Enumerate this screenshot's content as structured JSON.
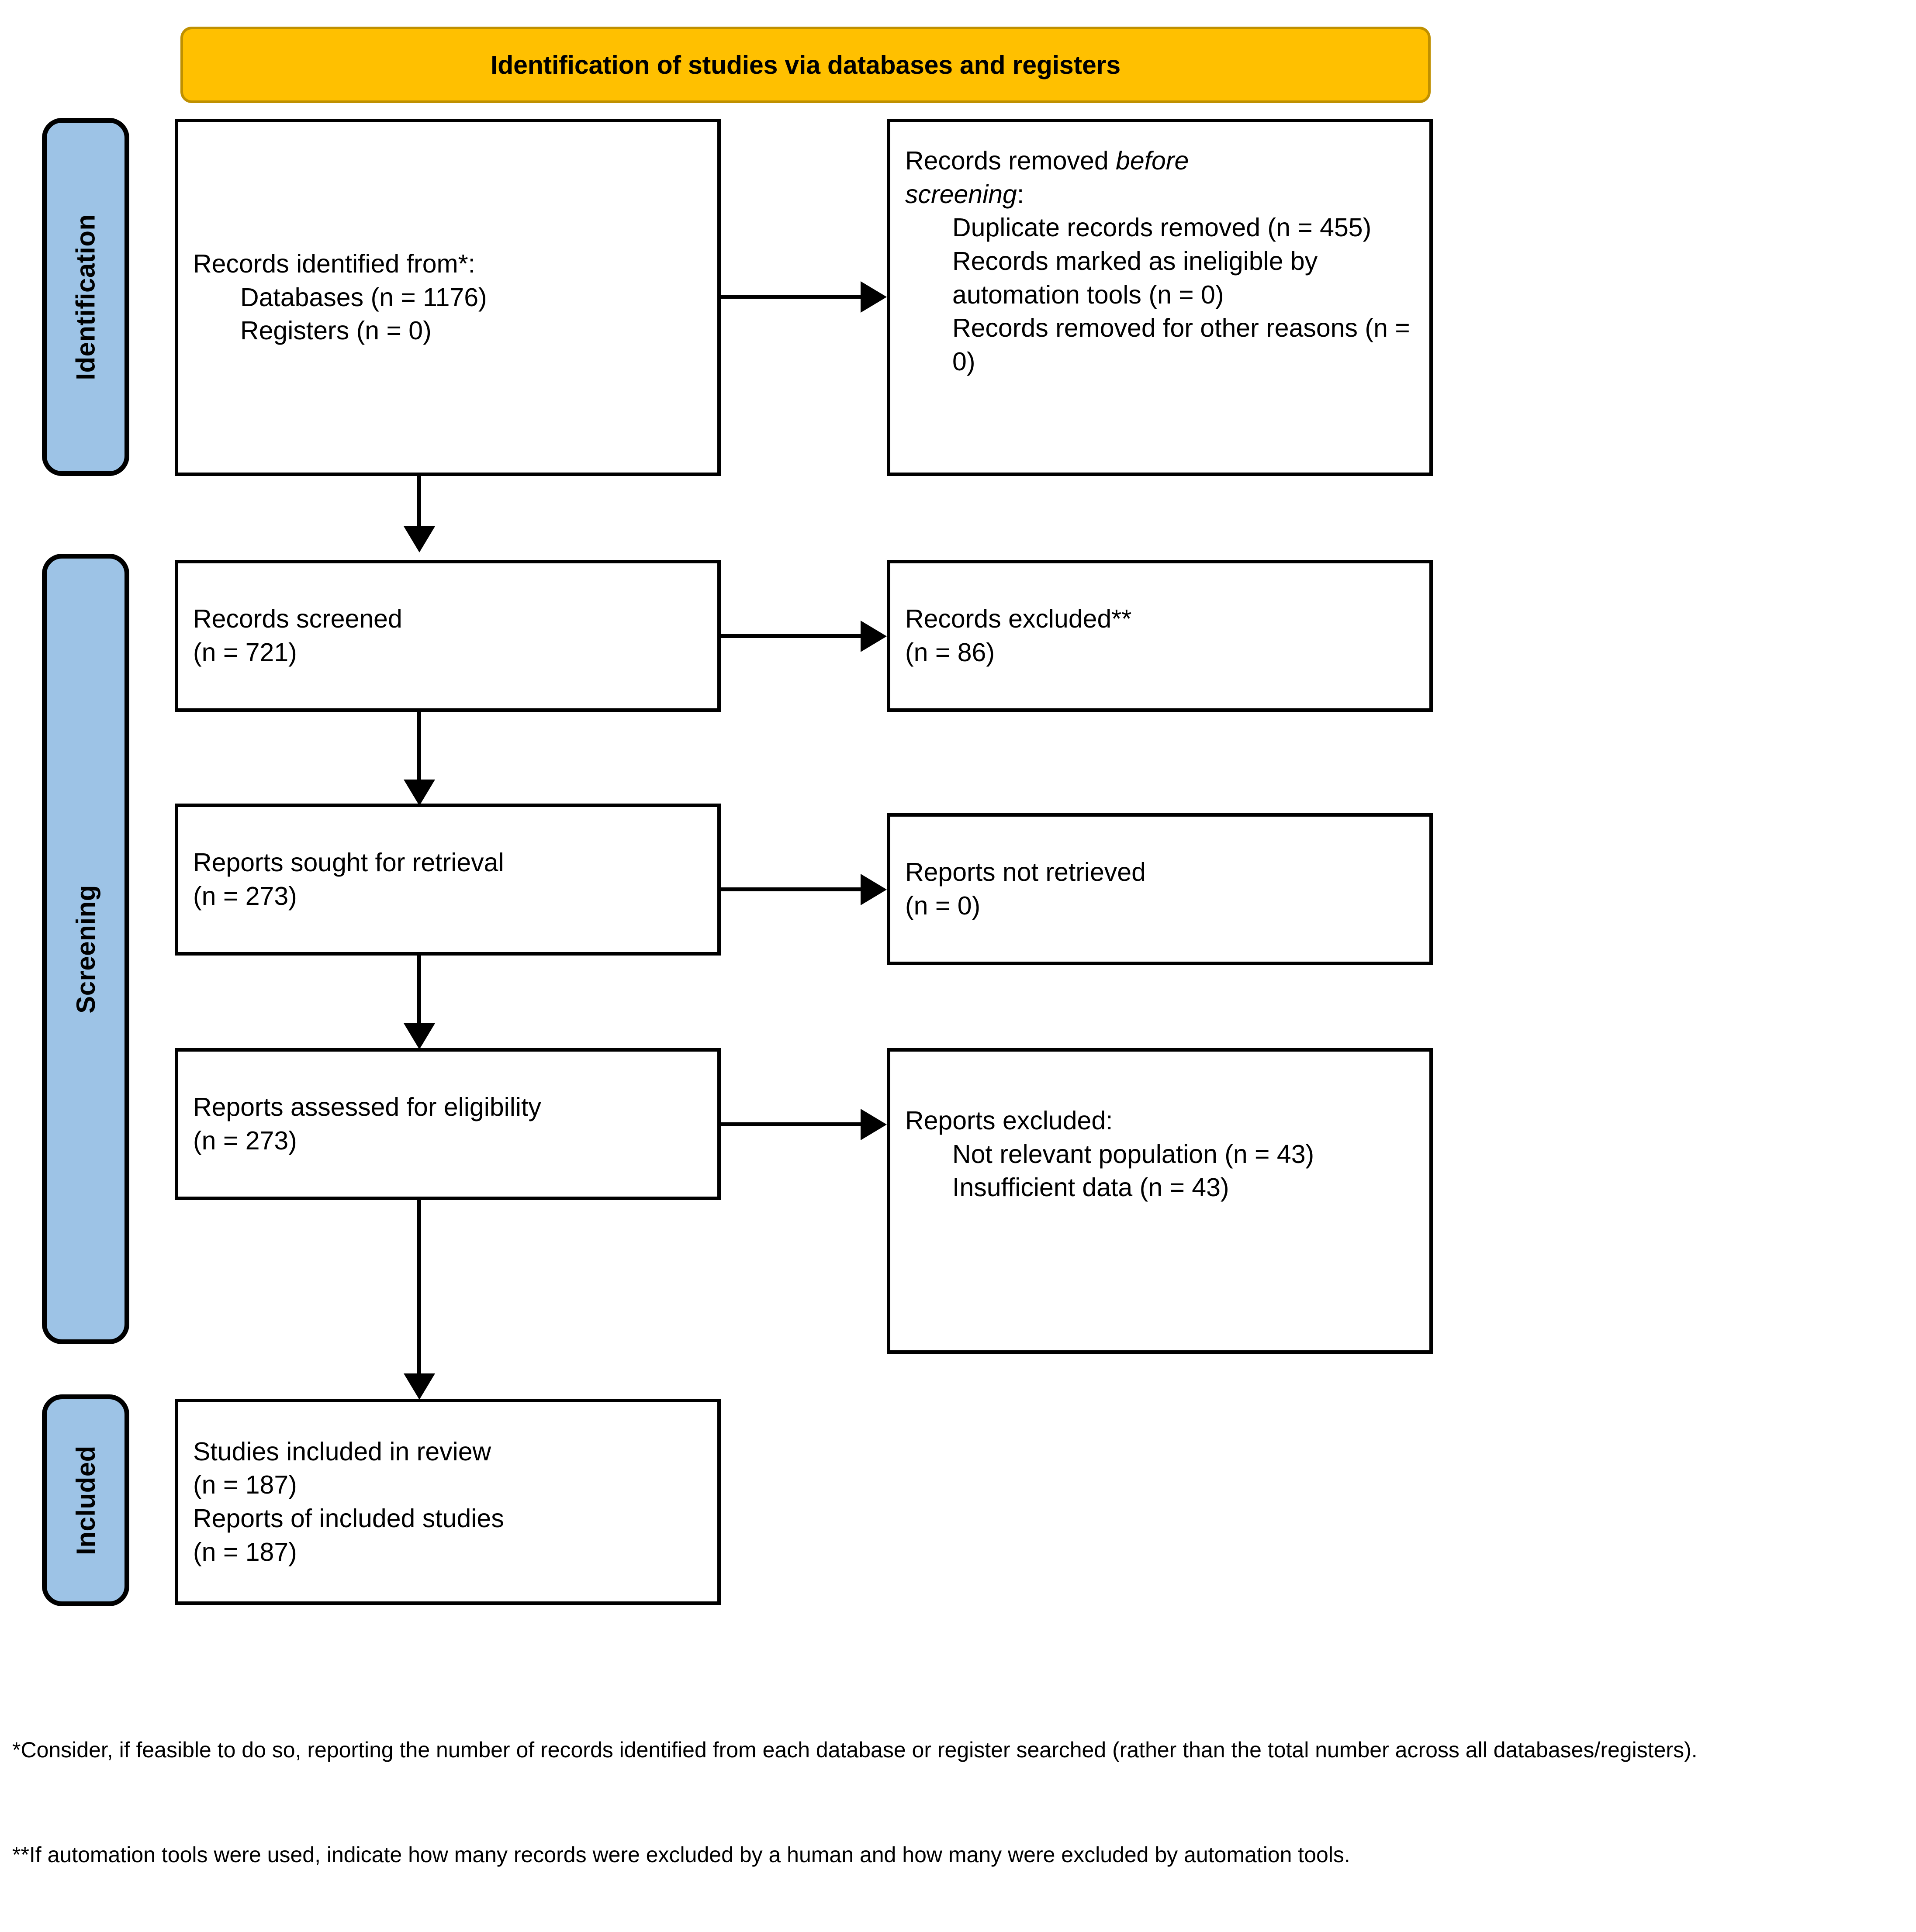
{
  "banner": {
    "title": "Identification of studies via databases and registers",
    "color": "#FFC000",
    "border_color": "#BF9000"
  },
  "stages": {
    "color": "#9DC3E6",
    "identification": "Identification",
    "screening": "Screening",
    "included": "Included"
  },
  "boxes": {
    "records_identified": {
      "l1": "Records identified from*:",
      "l2": "Databases (n = 1176)",
      "l3": "Registers (n = 0)"
    },
    "records_removed": {
      "l1_a": "Records removed ",
      "l1_b": "before",
      "l2_a": "screening",
      "l2_b": ":",
      "l3": "Duplicate records removed (n = 455)",
      "l4": "Records marked as ineligible by automation tools (n = 0)",
      "l5": "Records removed for other reasons (n = 0)"
    },
    "records_screened": {
      "l1": "Records screened",
      "l2": "(n = 721)"
    },
    "records_excluded": {
      "l1": "Records excluded**",
      "l2": "(n = 86)"
    },
    "reports_sought": {
      "l1": "Reports sought for retrieval",
      "l2": "(n = 273)"
    },
    "reports_not_retrieved": {
      "l1": "Reports not retrieved",
      "l2": "(n = 0)"
    },
    "reports_assessed": {
      "l1": "Reports assessed for eligibility",
      "l2": "(n = 273)"
    },
    "reports_excluded": {
      "l1": "Reports excluded:",
      "l2": "Not relevant population (n = 43)",
      "l3": "Insufficient data (n = 43)"
    },
    "studies_included": {
      "l1": "Studies included in review",
      "l2": "(n = 187)",
      "l3": "Reports of included studies",
      "l4": "(n = 187)"
    }
  },
  "footnotes": {
    "one": "*Consider, if feasible to do so, reporting the number of records identified from each database or register searched (rather than the total number across all databases/registers).",
    "two": "**If automation tools were used, indicate how many records were excluded by a human and how many were excluded by automation tools."
  },
  "chart_data": {
    "type": "diagram",
    "title": "Identification of studies via databases and registers",
    "nodes": [
      {
        "id": "records_identified",
        "stage": "Identification",
        "label": "Records identified from*",
        "databases": 1176,
        "registers": 0
      },
      {
        "id": "records_removed",
        "stage": "Identification",
        "label": "Records removed before screening",
        "duplicates_removed": 455,
        "marked_ineligible_automation": 0,
        "removed_other_reasons": 0
      },
      {
        "id": "records_screened",
        "stage": "Screening",
        "label": "Records screened",
        "n": 721
      },
      {
        "id": "records_excluded",
        "stage": "Screening",
        "label": "Records excluded**",
        "n": 86
      },
      {
        "id": "reports_sought",
        "stage": "Screening",
        "label": "Reports sought for retrieval",
        "n": 273
      },
      {
        "id": "reports_not_retrieved",
        "stage": "Screening",
        "label": "Reports not retrieved",
        "n": 0
      },
      {
        "id": "reports_assessed",
        "stage": "Screening",
        "label": "Reports assessed for eligibility",
        "n": 273
      },
      {
        "id": "reports_excluded",
        "stage": "Screening",
        "label": "Reports excluded",
        "not_relevant_population": 43,
        "insufficient_data": 43
      },
      {
        "id": "studies_included",
        "stage": "Included",
        "label": "Studies included in review",
        "studies": 187,
        "reports": 187
      }
    ],
    "edges": [
      {
        "from": "records_identified",
        "to": "records_removed",
        "direction": "right"
      },
      {
        "from": "records_identified",
        "to": "records_screened",
        "direction": "down"
      },
      {
        "from": "records_screened",
        "to": "records_excluded",
        "direction": "right"
      },
      {
        "from": "records_screened",
        "to": "reports_sought",
        "direction": "down"
      },
      {
        "from": "reports_sought",
        "to": "reports_not_retrieved",
        "direction": "right"
      },
      {
        "from": "reports_sought",
        "to": "reports_assessed",
        "direction": "down"
      },
      {
        "from": "reports_assessed",
        "to": "reports_excluded",
        "direction": "right"
      },
      {
        "from": "reports_assessed",
        "to": "studies_included",
        "direction": "down"
      }
    ]
  }
}
